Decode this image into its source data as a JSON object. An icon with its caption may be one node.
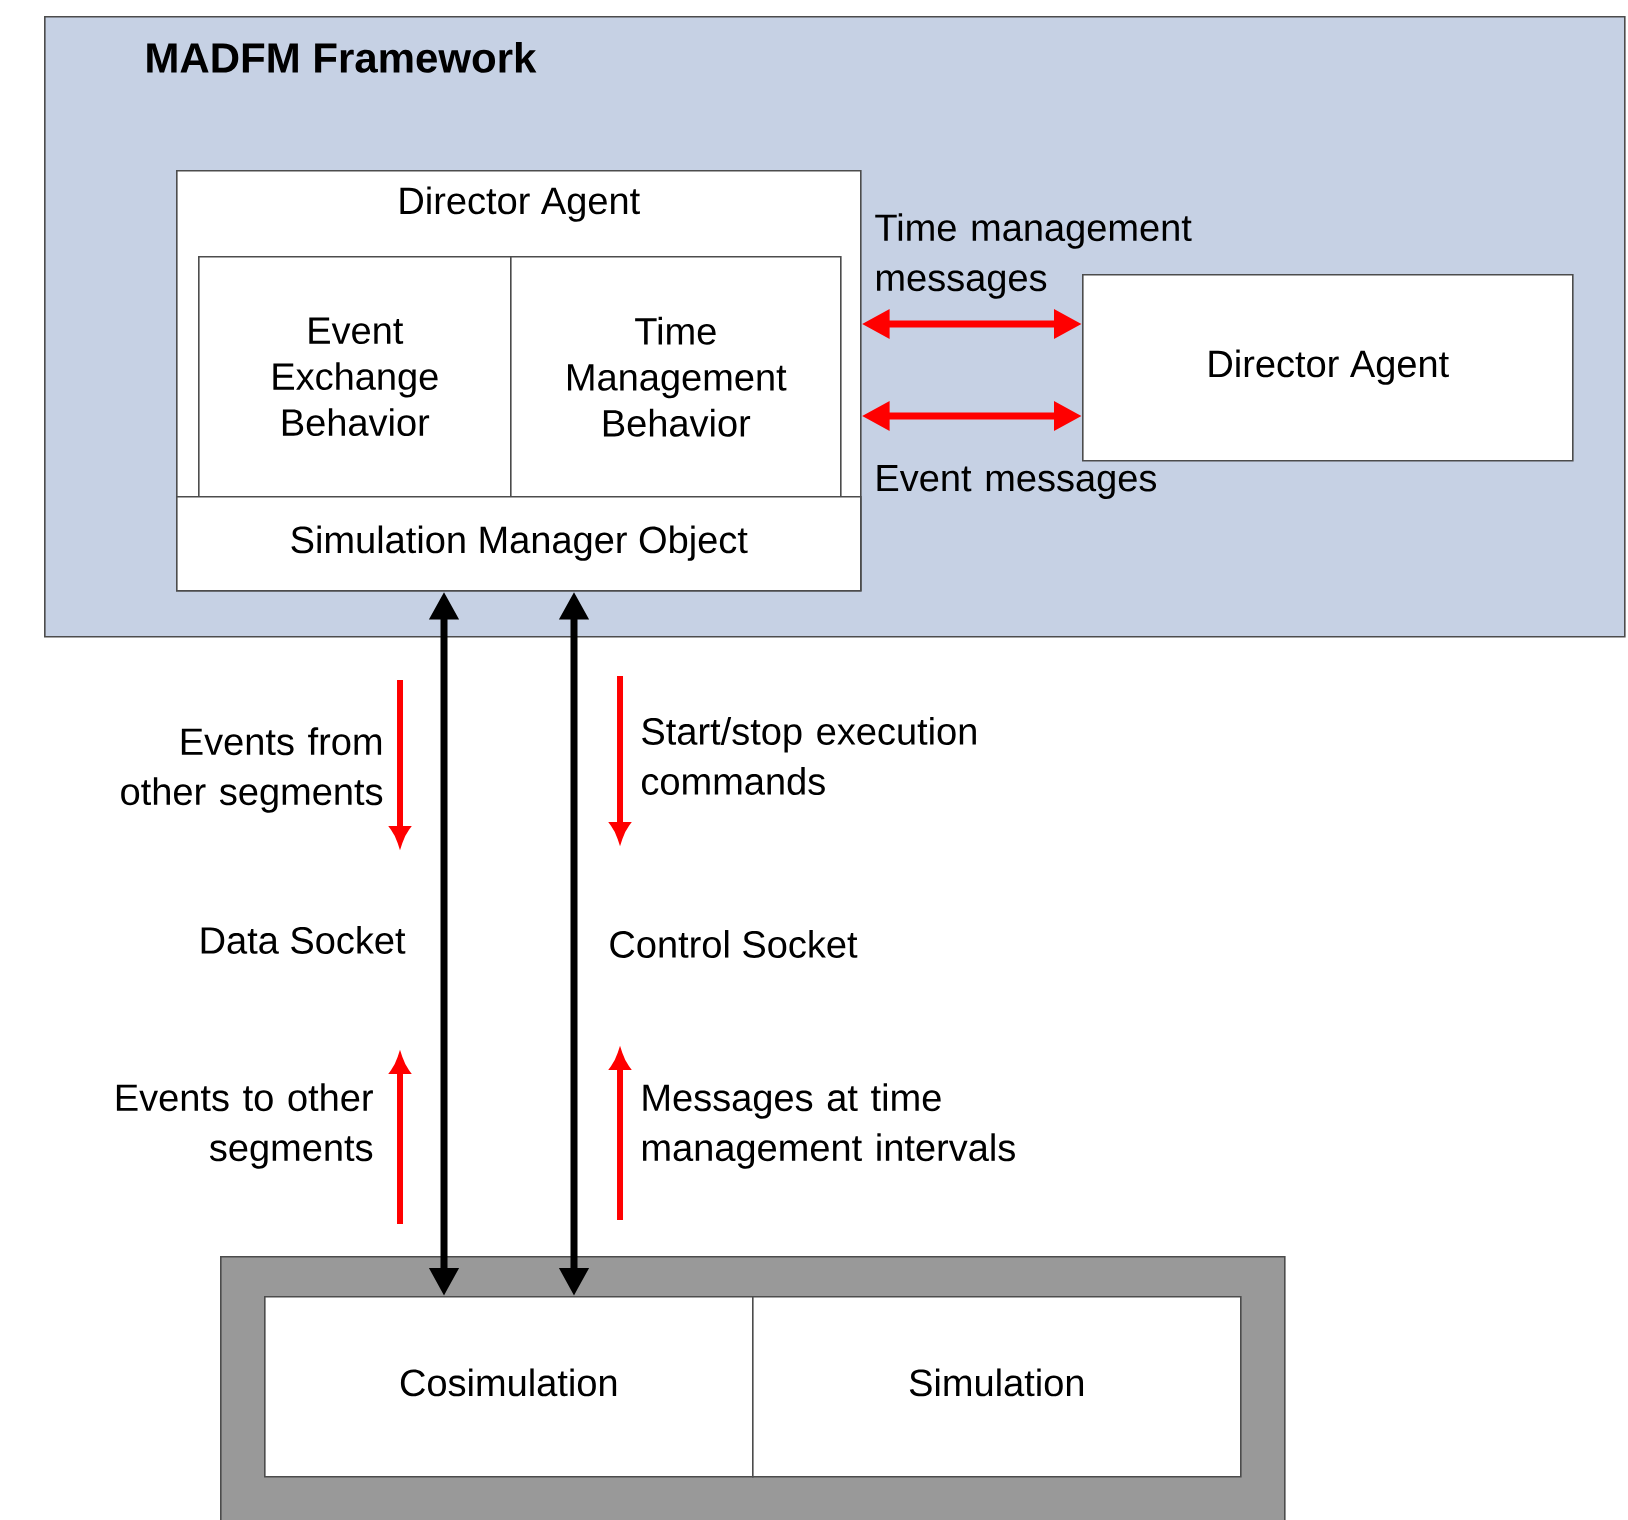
{
  "diagram": {
    "nodes": [
      {
        "text": [
          "MADFM Framework"
        ]
      },
      {
        "text": [
          "Director Agent"
        ],
        "in": 0
      },
      {
        "text": [
          "Event Exchange Behavior"
        ],
        "in": 1
      },
      {
        "text": [
          "Time Management Behavior"
        ],
        "in": 1
      },
      {
        "text": [
          "Simulation Manager Object"
        ],
        "in": 1
      },
      {
        "text": [
          "Director Agent"
        ],
        "in": 0
      },
      {
        "text": [],
        "shape": "box"
      },
      {
        "text": [
          "Cosimulation"
        ],
        "in": 6
      },
      {
        "text": [
          "Simulation"
        ],
        "in": 6
      }
    ],
    "edges": [
      {
        "from": 1,
        "to": 5,
        "arrow": "both",
        "label": "Time management messages",
        "color": "#ff0000"
      },
      {
        "from": 1,
        "to": 5,
        "arrow": "both",
        "label": "Event messages",
        "color": "#ff0000"
      },
      {
        "from": 4,
        "to": 7,
        "arrow": "both",
        "label": "Data Socket",
        "color": "#000000"
      },
      {
        "from": 4,
        "to": 7,
        "arrow": "both",
        "label": "Control Socket",
        "color": "#000000"
      }
    ],
    "labels": [
      "Events from other segments",
      "Start/stop execution commands",
      "Events to other segments",
      "Messages at time management intervals"
    ]
  }
}
